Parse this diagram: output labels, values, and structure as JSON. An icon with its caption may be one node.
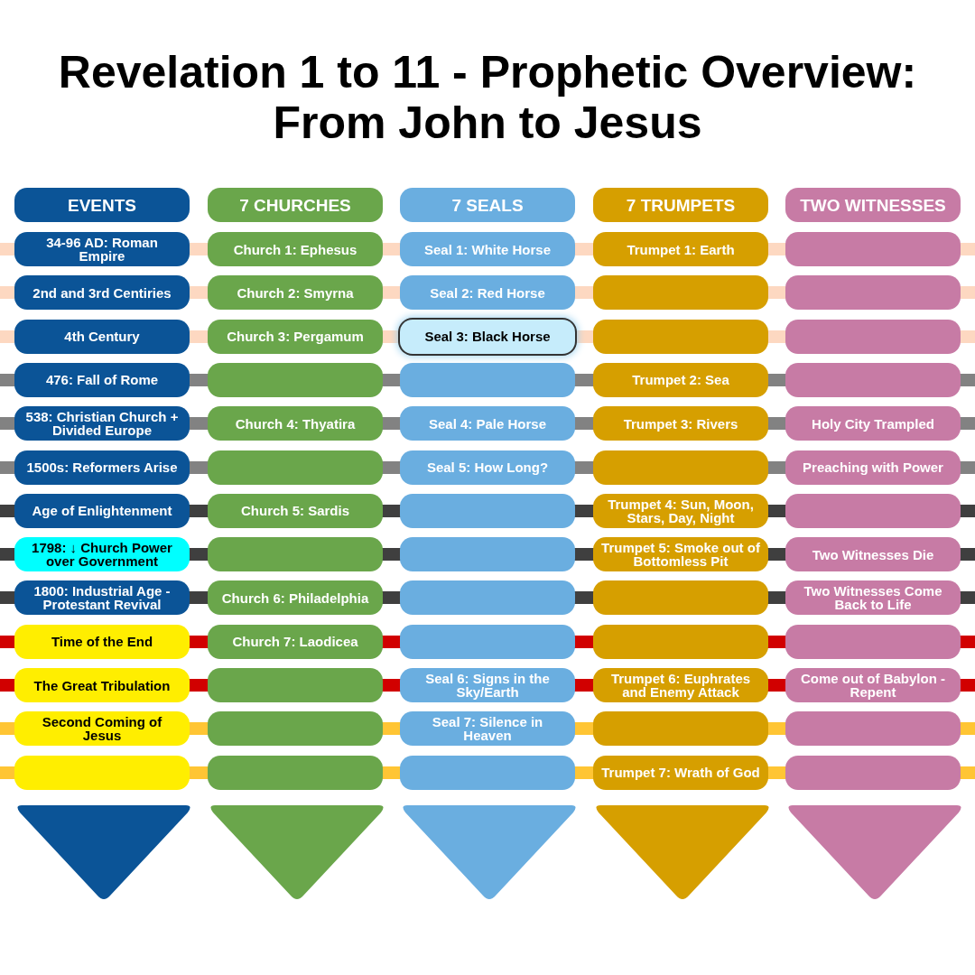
{
  "diagram": {
    "title": "Revelation 1 to 11 - Prophetic Overview: From John to Jesus",
    "nodes": [
      {
        "text": [
          "EVENTS"
        ]
      },
      {
        "text": [
          "7 CHURCHES"
        ]
      },
      {
        "text": [
          "7 SEALS"
        ]
      },
      {
        "text": [
          "7 TRUMPETS"
        ]
      },
      {
        "text": [
          "TWO WITNESSES"
        ]
      },
      {
        "text": [
          "34-96 AD: Roman Empire"
        ]
      },
      {
        "text": [
          "Church 1: Ephesus"
        ]
      },
      {
        "text": [
          "Seal 1: White Horse"
        ]
      },
      {
        "text": [
          "Trumpet 1: Earth"
        ]
      },
      {
        "text": [],
        "shape": "box"
      },
      {
        "text": [
          "2nd and 3rd Centiries"
        ]
      },
      {
        "text": [
          "Church 2: Smyrna"
        ]
      },
      {
        "text": [
          "Seal 2: Red Horse"
        ]
      },
      {
        "text": [],
        "shape": "box"
      },
      {
        "text": [],
        "shape": "box"
      },
      {
        "text": [
          "4th Century"
        ]
      },
      {
        "text": [
          "Church 3: Pergamum"
        ]
      },
      {
        "text": [
          "Seal 3: Black Horse"
        ]
      },
      {
        "text": [],
        "shape": "box"
      },
      {
        "text": [],
        "shape": "box"
      },
      {
        "text": [
          "476: Fall of Rome"
        ]
      },
      {
        "text": [],
        "shape": "box"
      },
      {
        "text": [],
        "shape": "box"
      },
      {
        "text": [
          "Trumpet 2: Sea"
        ]
      },
      {
        "text": [],
        "shape": "box"
      },
      {
        "text": [
          "538: Christian Church + Divided Europe"
        ]
      },
      {
        "text": [
          "Church 4: Thyatira"
        ]
      },
      {
        "text": [
          "Seal 4: Pale Horse"
        ]
      },
      {
        "text": [
          "Trumpet 3: Rivers"
        ]
      },
      {
        "text": [
          "Holy City Trampled"
        ]
      },
      {
        "text": [
          "1500s: Reformers Arise"
        ]
      },
      {
        "text": [],
        "shape": "box"
      },
      {
        "text": [
          "Seal 5: How Long?"
        ]
      },
      {
        "text": [],
        "shape": "box"
      },
      {
        "text": [
          "Preaching with Power"
        ]
      },
      {
        "text": [
          "Age of Enlightenment"
        ]
      },
      {
        "text": [
          "Church 5: Sardis"
        ]
      },
      {
        "text": [],
        "shape": "box"
      },
      {
        "text": [
          "Trumpet 4: Sun, Moon, Stars, Day, Night"
        ]
      },
      {
        "text": [],
        "shape": "box"
      },
      {
        "text": [
          "1798: ↓ Church Power over Government"
        ]
      },
      {
        "text": [],
        "shape": "box"
      },
      {
        "text": [],
        "shape": "box"
      },
      {
        "text": [
          "Trumpet 5: Smoke out of Bottomless Pit"
        ]
      },
      {
        "text": [
          "Two Witnesses Die"
        ]
      },
      {
        "text": [
          "1800: Industrial Age - Protestant Revival"
        ]
      },
      {
        "text": [
          "Church 6: Philadelphia"
        ]
      },
      {
        "text": [],
        "shape": "box"
      },
      {
        "text": [],
        "shape": "box"
      },
      {
        "text": [
          "Two Witnesses Come Back to Life"
        ]
      },
      {
        "text": [
          "Time of the End"
        ]
      },
      {
        "text": [
          "Church 7: Laodicea"
        ]
      },
      {
        "text": [],
        "shape": "box"
      },
      {
        "text": [],
        "shape": "box"
      },
      {
        "text": [],
        "shape": "box"
      },
      {
        "text": [
          "The Great Tribulation"
        ]
      },
      {
        "text": [],
        "shape": "box"
      },
      {
        "text": [
          "Seal 6: Signs in the Sky/Earth"
        ]
      },
      {
        "text": [
          "Trumpet 6: Euphrates and Enemy Attack"
        ]
      },
      {
        "text": [
          "Come out of Babylon - Repent"
        ]
      },
      {
        "text": [
          "Second Coming of Jesus"
        ]
      },
      {
        "text": [],
        "shape": "box"
      },
      {
        "text": [
          "Seal 7: Silence in Heaven"
        ]
      },
      {
        "text": [],
        "shape": "box"
      },
      {
        "text": [],
        "shape": "box"
      },
      {
        "text": [],
        "shape": "box"
      },
      {
        "text": [],
        "shape": "box"
      },
      {
        "text": [],
        "shape": "box"
      },
      {
        "text": [
          "Trumpet 7: Wrath of God"
        ]
      },
      {
        "text": [],
        "shape": "box"
      },
      {
        "text": [],
        "shape": "triangle"
      },
      {
        "text": [],
        "shape": "triangle"
      },
      {
        "text": [],
        "shape": "triangle"
      },
      {
        "text": [],
        "shape": "triangle"
      },
      {
        "text": [],
        "shape": "triangle"
      }
    ]
  }
}
